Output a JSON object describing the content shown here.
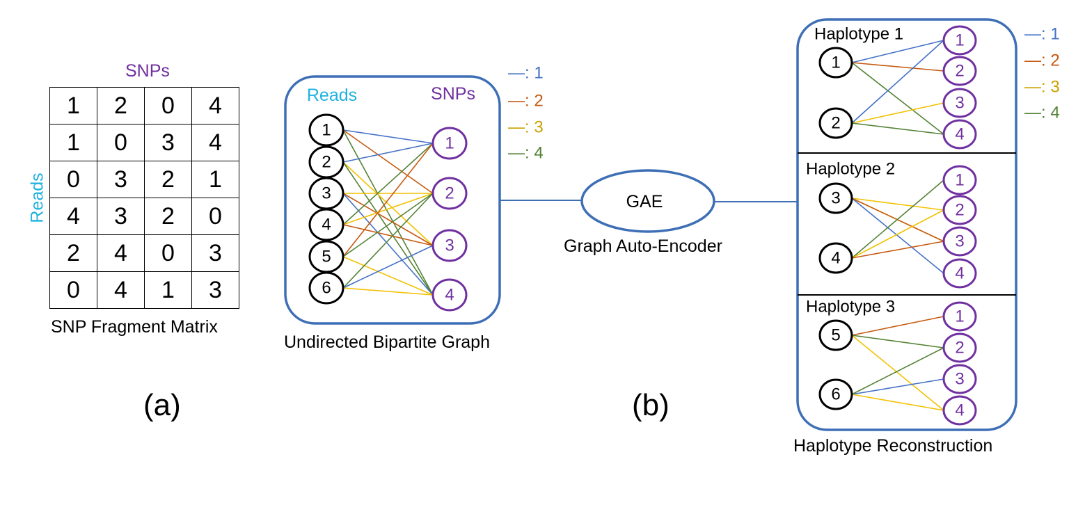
{
  "colors": {
    "reads_label": "#1fb2e0",
    "snps_label": "#7030a0",
    "edge_1": "#4472c4",
    "edge_2": "#c55a11",
    "edge_3": "#f2c100",
    "edge_4": "#548235",
    "box_border": "#3e6fb6",
    "read_node": "#000000",
    "snp_node": "#7030a0"
  },
  "panel_a": {
    "snps_label": "SNPs",
    "reads_label": "Reads",
    "matrix": [
      [
        "1",
        "2",
        "0",
        "4"
      ],
      [
        "1",
        "0",
        "3",
        "4"
      ],
      [
        "0",
        "3",
        "2",
        "1"
      ],
      [
        "4",
        "3",
        "2",
        "0"
      ],
      [
        "2",
        "4",
        "0",
        "3"
      ],
      [
        "0",
        "4",
        "1",
        "3"
      ]
    ],
    "caption": "SNP Fragment Matrix",
    "panel_label": "(a)"
  },
  "panel_b": {
    "bipartite": {
      "reads_label": "Reads",
      "snps_label": "SNPs",
      "read_nodes": [
        "1",
        "2",
        "3",
        "4",
        "5",
        "6"
      ],
      "snp_nodes": [
        "1",
        "2",
        "3",
        "4"
      ],
      "caption": "Undirected Bipartite Graph"
    },
    "legend": [
      {
        "text": "—: 1",
        "color": "#4472c4"
      },
      {
        "text": "—: 2",
        "color": "#c55a11"
      },
      {
        "text": "—: 3",
        "color": "#c9a100"
      },
      {
        "text": "—: 4",
        "color": "#548235"
      }
    ],
    "gae": {
      "label": "GAE",
      "caption": "Graph Auto-Encoder"
    },
    "haplotypes": [
      {
        "title": "Haplotype 1",
        "reads": [
          "1",
          "2"
        ],
        "snps": [
          "1",
          "2",
          "3",
          "4"
        ]
      },
      {
        "title": "Haplotype 2",
        "reads": [
          "3",
          "4"
        ],
        "snps": [
          "1",
          "2",
          "3",
          "4"
        ]
      },
      {
        "title": "Haplotype 3",
        "reads": [
          "5",
          "6"
        ],
        "snps": [
          "1",
          "2",
          "3",
          "4"
        ]
      }
    ],
    "reconstruction_caption": "Haplotype Reconstruction",
    "panel_label": "(b)"
  }
}
